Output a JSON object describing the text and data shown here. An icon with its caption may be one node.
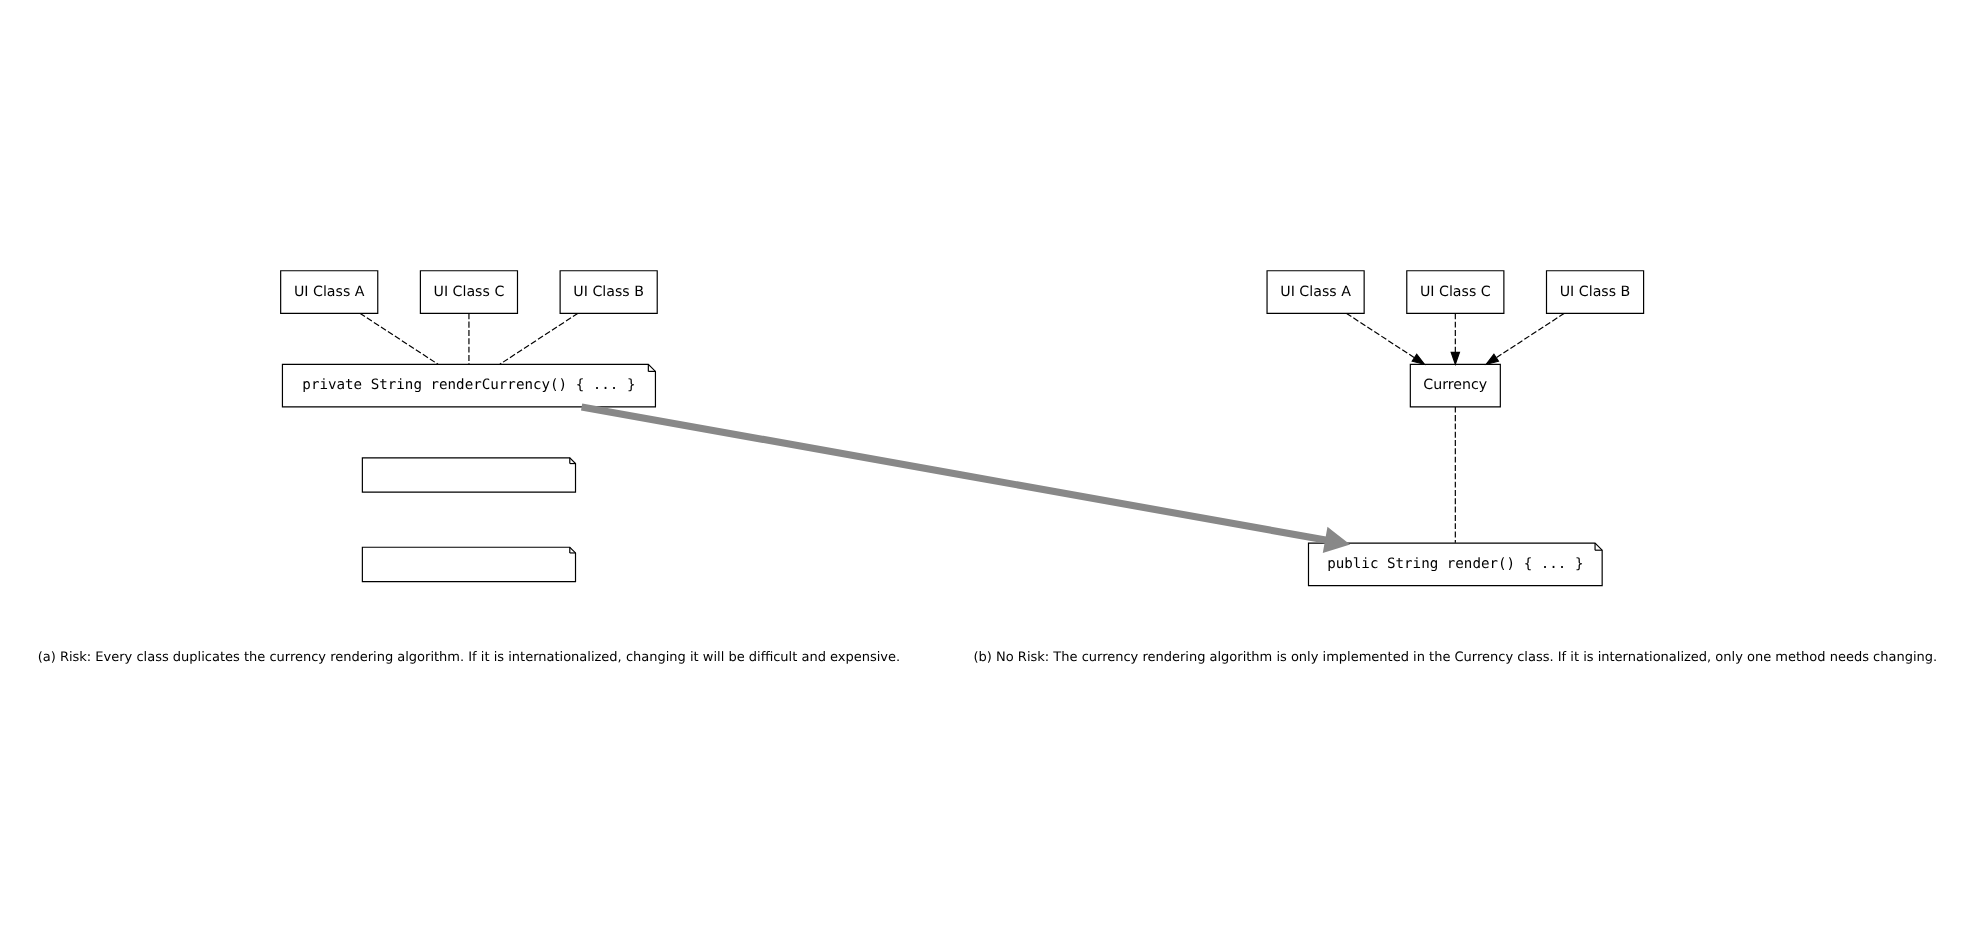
{
  "diagram": {
    "nodes": [
      {
        "text": [
          "UI Class A"
        ]
      },
      {
        "text": [
          "UI Class C"
        ]
      },
      {
        "text": [
          "UI Class B"
        ]
      },
      {
        "text": [
          "private String renderCurrency() { ... }"
        ]
      },
      {
        "text": [],
        "shape": "note"
      },
      {
        "text": [],
        "shape": "note"
      },
      {
        "text": [
          "UI Class A"
        ]
      },
      {
        "text": [
          "UI Class C"
        ]
      },
      {
        "text": [
          "UI Class B"
        ]
      },
      {
        "text": [
          "Currency"
        ]
      },
      {
        "text": [
          "public String render() { ... }"
        ]
      }
    ],
    "edges": [
      {
        "from": 0,
        "to": 3,
        "arrow": "none",
        "style": "dashed"
      },
      {
        "from": 1,
        "to": 3,
        "arrow": "none",
        "style": "dashed"
      },
      {
        "from": 2,
        "to": 3,
        "arrow": "none",
        "style": "dashed"
      },
      {
        "from": 3,
        "to": 10,
        "arrow": "to",
        "style": "thick",
        "color": "#888888"
      },
      {
        "from": 6,
        "to": 9,
        "arrow": "to",
        "style": "dashed"
      },
      {
        "from": 7,
        "to": 9,
        "arrow": "to",
        "style": "dashed"
      },
      {
        "from": 8,
        "to": 9,
        "arrow": "to",
        "style": "dashed"
      },
      {
        "from": 9,
        "to": 10,
        "arrow": "none",
        "style": "dashed"
      }
    ],
    "labels": [
      "(a) Risk: Every class duplicates the currency rendering algorithm. If it is internationalized, changing it will be difficult and expensive.",
      "(b) No Risk: The currency rendering algorithm is only implemented in the Currency class. If it is internationalized, only one method needs changing."
    ]
  }
}
